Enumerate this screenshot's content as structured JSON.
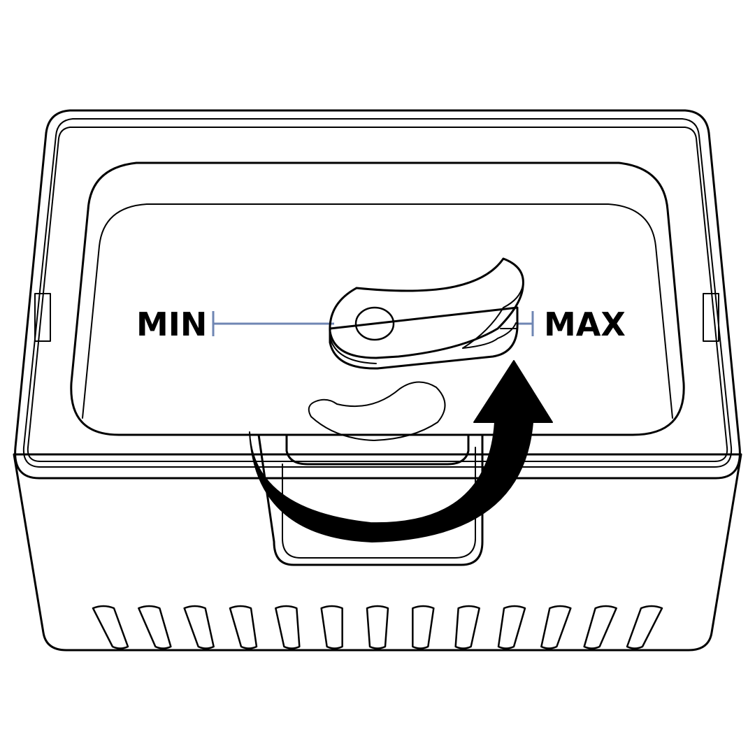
{
  "labels": {
    "min": "MIN",
    "max": "MAX"
  },
  "colors": {
    "knob_fill": "#c5cee6",
    "scale_line": "#6f86b3",
    "outline": "#000000",
    "background": "#ffffff"
  },
  "icons": {
    "rotation": "curved-arrow-clockwise",
    "knob": "control-knob"
  },
  "vent_slot_count": 13
}
